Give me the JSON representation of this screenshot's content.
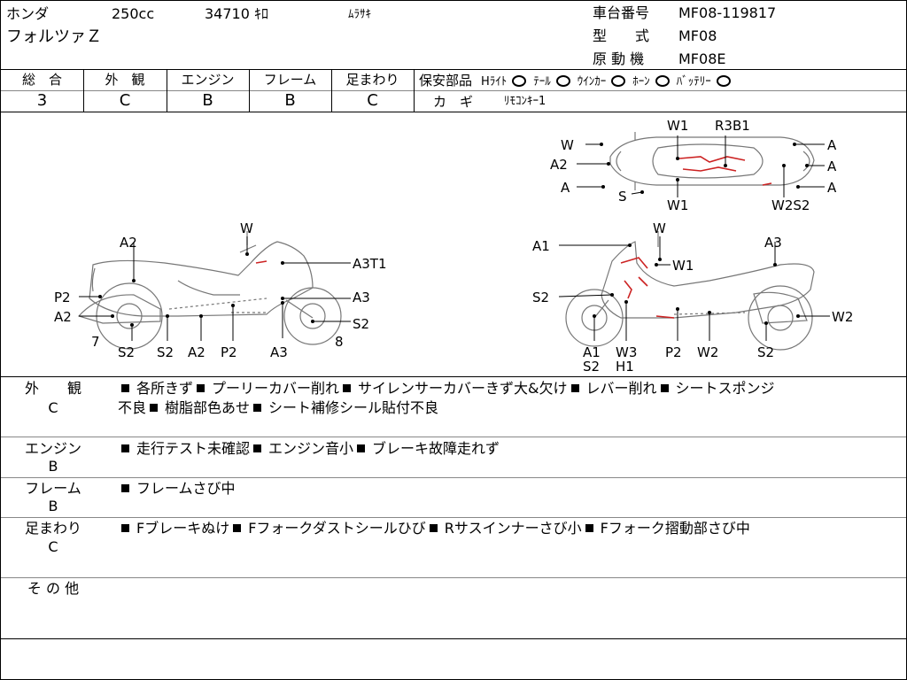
{
  "header": {
    "maker": "ホンダ",
    "displacement": "250cc",
    "mileage": "34710 ｷﾛ",
    "color": "ﾑﾗｻｷ",
    "model_name": "フォルツァＺ",
    "frame_no_label": "車台番号",
    "frame_no": "MF08-119817",
    "model_code_label": "型　　式",
    "model_code": "MF08",
    "engine_label": "原 動 機",
    "engine_model": "MF08E"
  },
  "grades": {
    "labels": [
      "総　合",
      "外　観",
      "エンジン",
      "フレーム",
      "足まわり"
    ],
    "values": [
      "3",
      "C",
      "B",
      "B",
      "C"
    ]
  },
  "parts": {
    "title": "保安部品",
    "items": [
      {
        "label": "Hﾗｲﾄ",
        "status": "O"
      },
      {
        "label": "ﾃｰﾙ",
        "status": "O"
      },
      {
        "label": "ｳｲﾝｶｰ",
        "status": "O"
      },
      {
        "label": "ﾎｰﾝ",
        "status": "O"
      },
      {
        "label": "ﾊﾞｯﾃﾘｰ",
        "status": "O"
      }
    ],
    "key_label": "カ　ギ",
    "key_value": "ﾘﾓｺﾝｷｰ1"
  },
  "diagram": {
    "left_side": {
      "labels": [
        "W",
        "A2",
        "A3T1",
        "P2",
        "A3",
        "A2",
        "S2",
        "7",
        "8",
        "S2",
        "S2",
        "A2",
        "P2",
        "A3"
      ]
    },
    "right_side": {
      "labels": [
        "W",
        "A1",
        "A3",
        "W1",
        "S2",
        "W2",
        "A1",
        "S2",
        "W3",
        "H1",
        "P2",
        "W2",
        "S2"
      ]
    },
    "top_view": {
      "labels": [
        "W1",
        "R3B1",
        "W",
        "A",
        "A2",
        "A",
        "A",
        "A",
        "S",
        "W1",
        "W2S2"
      ]
    }
  },
  "remarks": [
    {
      "label": "外　　観",
      "grade": "C",
      "lines": [
        [
          "各所きず",
          "プーリーカバー削れ",
          "サイレンサーカバーきず大&欠け",
          "レバー削れ",
          "シートスポンジ"
        ],
        [
          "不良",
          "樹脂部色あせ",
          "シート補修シール貼付不良"
        ]
      ]
    },
    {
      "label": "エンジン",
      "grade": "B",
      "lines": [
        [
          "走行テスト未確認",
          "エンジン音小",
          "ブレーキ故障走れず"
        ]
      ]
    },
    {
      "label": "フレーム",
      "grade": "B",
      "lines": [
        [
          "フレームさび中"
        ]
      ]
    },
    {
      "label": "足まわり",
      "grade": "C",
      "lines": [
        [
          "Fブレーキぬけ",
          "Fフォークダストシールひび",
          "Rサスインナーさび小",
          "Fフォーク摺動部さび中"
        ]
      ]
    },
    {
      "label": "そ の 他",
      "grade": "",
      "lines": []
    }
  ]
}
